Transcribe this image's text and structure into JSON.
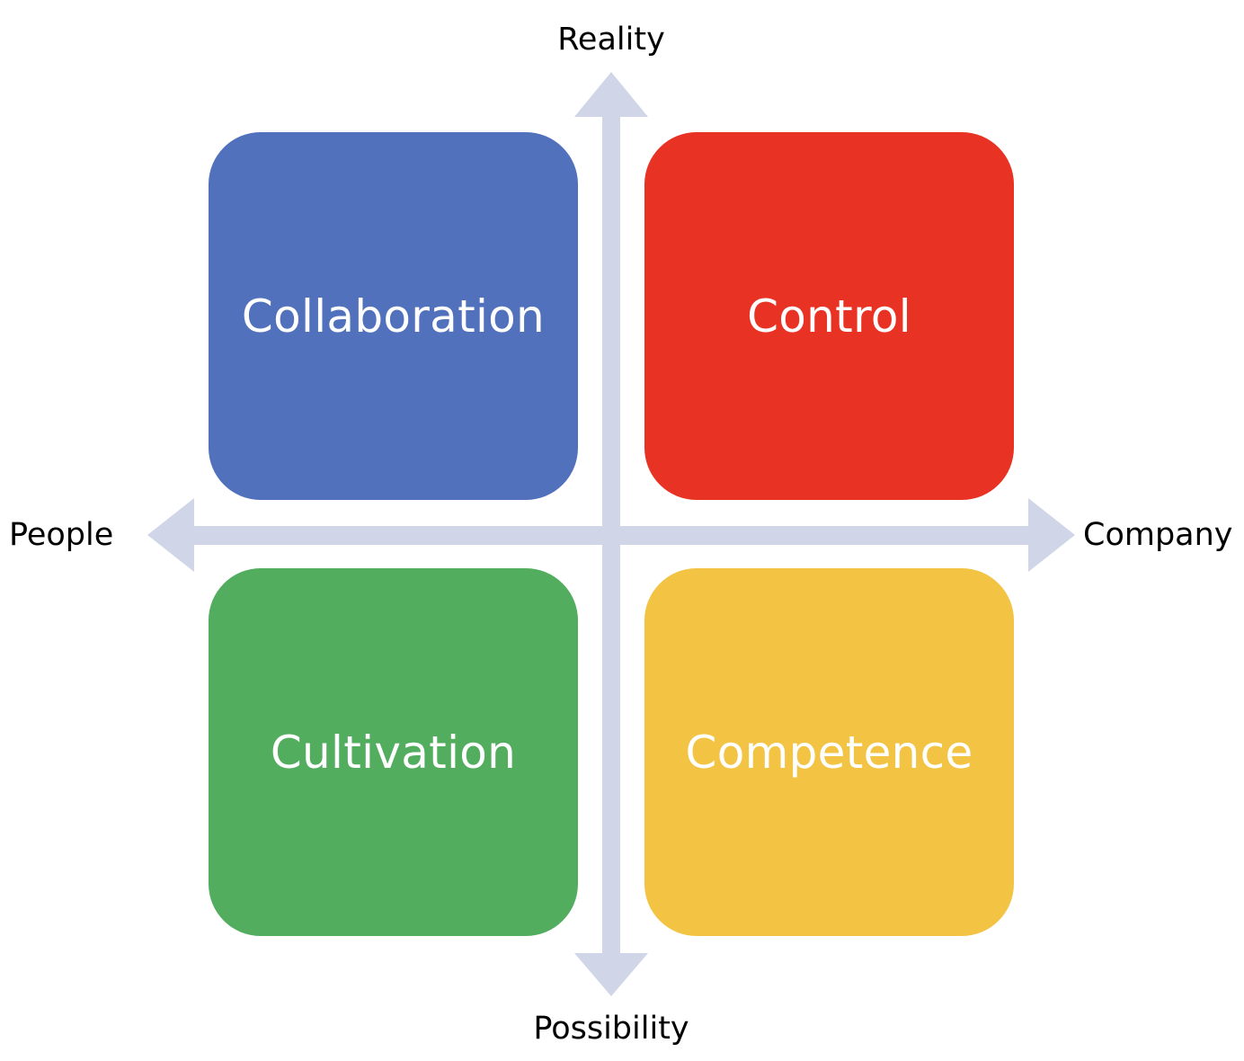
{
  "axes": {
    "top_label": "Reality",
    "bottom_label": "Possibility",
    "left_label": "People",
    "right_label": "Company",
    "arrow_color": "#D0D6E8"
  },
  "quadrants": [
    {
      "label": "Collaboration",
      "color": "#5271BC"
    },
    {
      "label": "Control",
      "color": "#E83324"
    },
    {
      "label": "Cultivation",
      "color": "#53AD5F"
    },
    {
      "label": "Competence",
      "color": "#F3C343"
    }
  ]
}
